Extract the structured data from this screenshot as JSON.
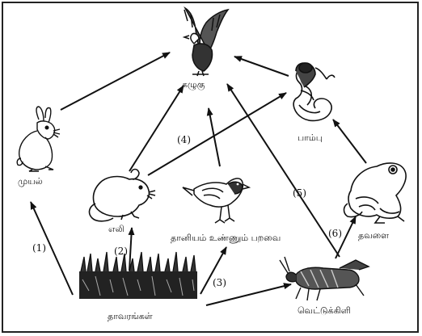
{
  "organisms": {
    "eagle": "கழுகு",
    "snake": "பாம்பு",
    "rabbit": "முயல்",
    "rat": "எலி",
    "seed_eating_bird": "தானியம் உண்ணும் பறவை",
    "frog": "தவளை",
    "plants": "தாவரங்கள்",
    "grasshopper": "வெட்டுக்கிளி"
  },
  "arrow_numbers": {
    "n1": "(1)",
    "n2": "(2)",
    "n3": "(3)",
    "n4": "(4)",
    "n5": "(5)",
    "n6": "(6)"
  }
}
